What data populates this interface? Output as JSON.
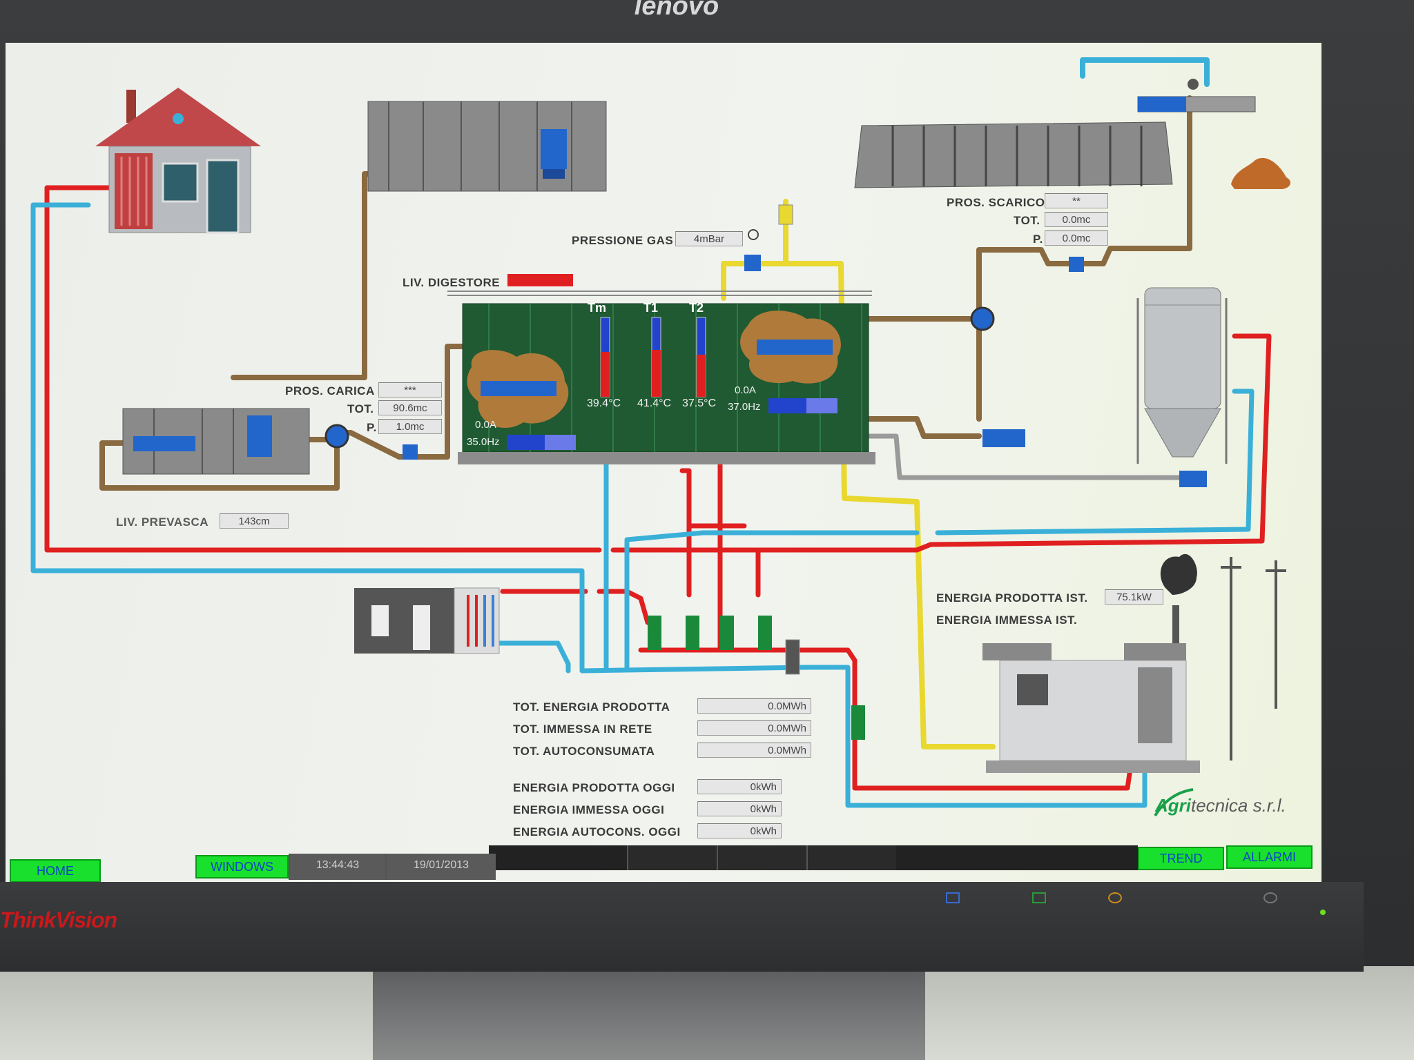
{
  "monitor": {
    "brand_top": "lenovo",
    "model": "ThinkVision"
  },
  "labels": {
    "pressione_gas": "PRESSIONE GAS",
    "liv_digestore": "LIV. DIGESTORE",
    "pros_carica": "PROS. CARICA",
    "tot": "TOT.",
    "p": "P.",
    "liv_prevasca": "LIV. PREVASCA",
    "pros_scarico": "PROS. SCARICO",
    "energia_prodotta_ist": "ENERGIA PRODOTTA IST.",
    "energia_immessa_ist": "ENERGIA IMMESSA IST.",
    "tot_energia_prodotta": "TOT. ENERGIA PRODOTTA",
    "tot_immessa_in_rete": "TOT. IMMESSA IN RETE",
    "tot_autoconsumata": "TOT. AUTOCONSUMATA",
    "energia_prodotta_oggi": "ENERGIA PRODOTTA OGGI",
    "energia_immessa_oggi": "ENERGIA IMMESSA OGGI",
    "energia_autocons_oggi": "ENERGIA AUTOCONS. OGGI"
  },
  "values": {
    "pressione_gas": "4mBar",
    "pros_carica": "***",
    "carica_tot": "90.6mc",
    "carica_p": "1.0mc",
    "liv_prevasca": "143cm",
    "pros_scarico": "**",
    "scarico_tot": "0.0mc",
    "scarico_p": "0.0mc",
    "energia_prodotta_ist": "75.1kW",
    "tot_energia_prodotta": "0.0MWh",
    "tot_immessa_in_rete": "0.0MWh",
    "tot_autoconsumata": "0.0MWh",
    "energia_prodotta_oggi": "0kWh",
    "energia_immessa_oggi": "0kWh",
    "energia_autocons_oggi": "0kWh"
  },
  "digester": {
    "thermometers": [
      {
        "name": "Tm",
        "value": "39.4°C"
      },
      {
        "name": "T1",
        "value": "41.4°C"
      },
      {
        "name": "T2",
        "value": "37.5°C"
      }
    ],
    "mixer_left": {
      "current": "0.0A",
      "frequency": "35.0Hz"
    },
    "mixer_right": {
      "current": "0.0A",
      "frequency": "37.0Hz"
    }
  },
  "colors": {
    "hot": "#e02020",
    "cold": "#3ab0d8",
    "gas": "#e8d830",
    "sludge": "#8a6a40",
    "button": "#18e02c"
  },
  "taskbar": {
    "home": "HOME",
    "windows": "WINDOWS",
    "time": "13:44:43",
    "date": "19/01/2013",
    "trend": "TREND",
    "allarmi": "ALLARMI"
  },
  "brand": {
    "name_bold": "Agri",
    "name_rest": "tecnica s.r.l."
  }
}
